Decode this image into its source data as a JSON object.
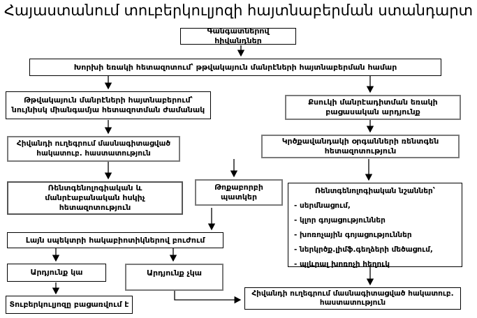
{
  "title": "Հայաստանում տուբերկուլյոզի հայտնաբերման ստանդարտ",
  "palette": {
    "background": "#ffffff",
    "text": "#000000",
    "box_border_dark": "#000000",
    "box_border_gray": "#7a7a7a"
  },
  "nodes": {
    "patients": "Գանգատներով հիվանդներ",
    "sputum_exam": "Խորխի եռակի հետազոտում՝ թթվակայուն մանրէների հայտնաբերման համար",
    "afb_found": "Թթվակայուն մանրէների հայտնաբերում՝ նույնիսկ միանգամյա հետազոտման ժամանակ",
    "smear_negative": "Քսուկի մանրէադիտման եռակի բացասական արդյունք",
    "referral_1": "Հիվանդի ուղեգրում մասնագիտացված հակատուբ. հաստատություն",
    "chest_xray": "Կրծքավանդակի օրգանների ռենտգեն հետազոտություն",
    "control_exam": "Ռենտգենոլոգիական և մանրէաբանական հսկիչ հետազոտություն",
    "pneumonia": "Թոքաբորբի պատկեր",
    "xray_signs": {
      "header": "Ռենտգենոլոգիական նշաններ՝",
      "items": [
        "- սերմնացում,",
        "- կլոր գոյացություններ",
        "- խոռոչային գոյացություններ",
        "- ներկրծք.լիմֆ.գեղձերի մեծացում,",
        "- պլևրալ խոռոչի հեղուկ"
      ]
    },
    "antibiotics": "Լայն սպեկտրի հակաբիոտիկներով բուժում",
    "result_yes": "Արդյունք կա",
    "result_no": "Արդյունք չկա",
    "tb_excluded": "Տուբերկուլյոզը բացառվում է",
    "referral_2": "Հիվանդի ուղեգրում մասնագիտացված հակատուբ. հաստատություն"
  }
}
